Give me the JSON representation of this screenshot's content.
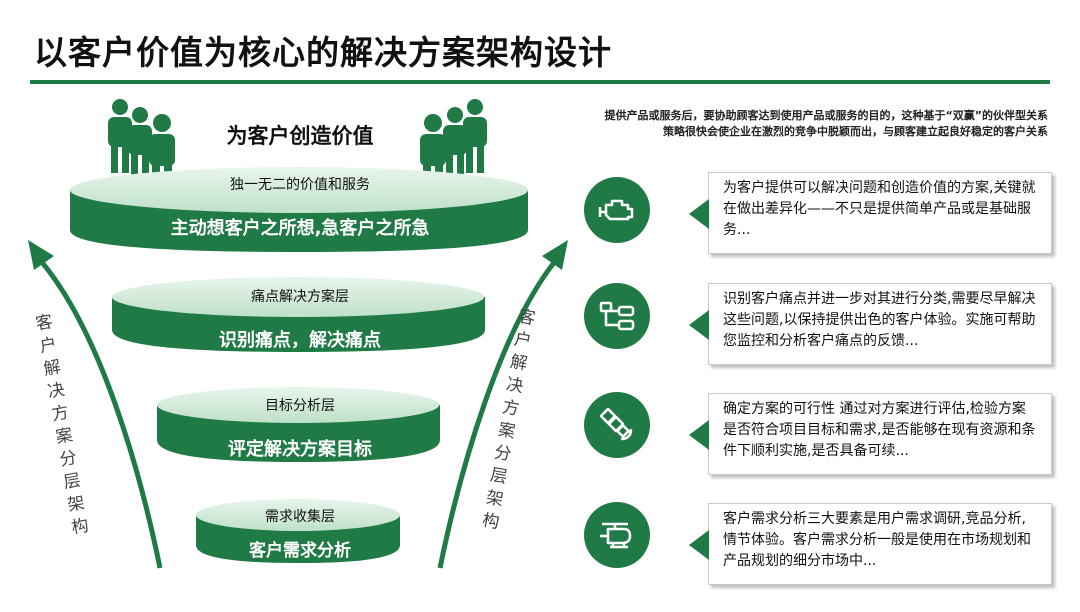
{
  "title": "以客户价值为核心的解决方案架构设计",
  "funnel": {
    "top_heading": "为客户创造价值",
    "tiers": [
      {
        "sub": "独一无二的价值和服务",
        "main": "主动想客户之所想,急客户之所急"
      },
      {
        "sub": "痛点解决方案层",
        "main": "识别痛点，解决痛点"
      },
      {
        "sub": "目标分析层",
        "main": "评定解决方案目标"
      },
      {
        "sub": "需求收集层",
        "main": "客户需求分析"
      }
    ],
    "arrow_left_text": "客户解决方案分层架构",
    "arrow_right_text": "客户解决方案分层架构"
  },
  "intro_text": "提供产品或服务后，要协助顾客达到使用产品或服务的目的，这种基于“双赢”的伙伴型关系策略很快会使企业在激烈的竞争中脱颖而出，与顾客建立起良好稳定的客户关系",
  "cards": [
    {
      "icon": "engine-icon",
      "text": "为客户提供可以解决问题和创造价值的方案,关键就在做出差异化——不只是提供简单产品或是基础服务..."
    },
    {
      "icon": "flowchart-icon",
      "text": "识别客户痛点并进一步对其进行分类,需要尽早解决这些问题,以保持提供出色的客户体验。实施可帮助您监控和分析客户痛点的反馈..."
    },
    {
      "icon": "satellite-icon",
      "text": "确定方案的可行性 通过对方案进行评估,检验方案是否符合项目目标和需求,是否能够在现有资源和条件下顺利实施,是否具备可续..."
    },
    {
      "icon": "helicopter-icon",
      "text": "客户需求分析三大要素是用户需求调研,竞品分析,情节体验。客户需求分析一般是使用在市场规划和产品规划的细分市场中..."
    }
  ],
  "colors": {
    "accent": "#1f7a45",
    "accent_light": "#2f8f55",
    "accent_top": "#cfe9d6"
  }
}
